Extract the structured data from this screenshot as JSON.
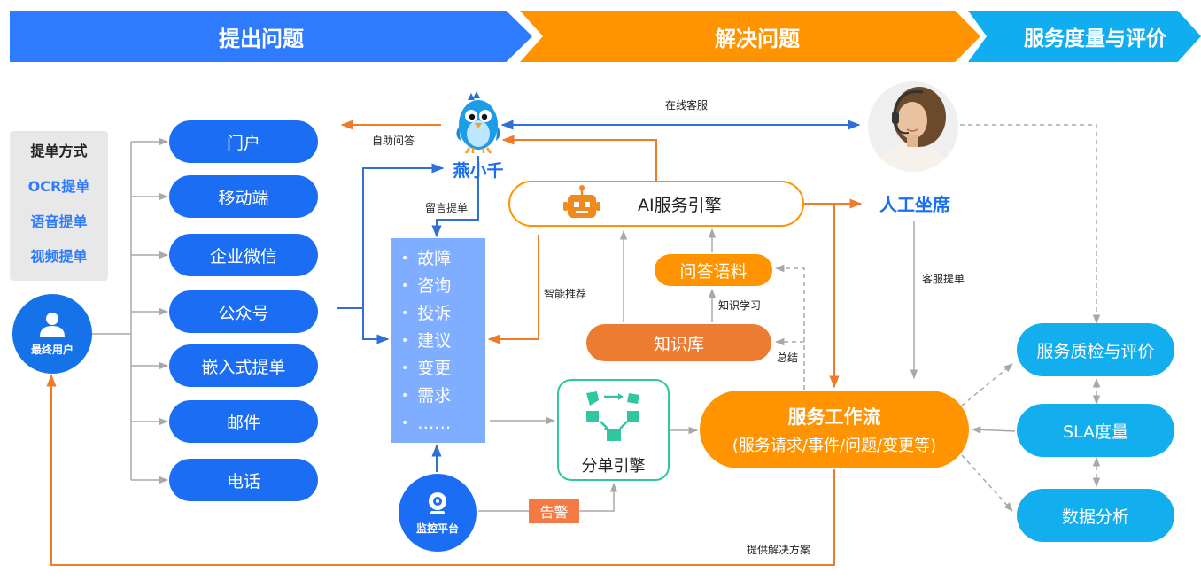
{
  "phases": [
    "提出问题",
    "解决问题",
    "服务度量与评价"
  ],
  "submit_methods": {
    "title": "提单方式",
    "items": [
      "OCR提单",
      "语音提单",
      "视频提单"
    ]
  },
  "end_user": "最终用户",
  "channels": [
    "门户",
    "移动端",
    "企业微信",
    "公众号",
    "嵌入式提单",
    "邮件",
    "电话"
  ],
  "bot_name": "燕小千",
  "agent_title": "人工坐席",
  "ticket_types": [
    "故障",
    "咨询",
    "投诉",
    "建议",
    "变更",
    "需求",
    "……"
  ],
  "ai_engine": "AI服务引擎",
  "qa_corpus": "问答语料",
  "knowledge_base": "知识库",
  "dispatch_engine": "分单引擎",
  "monitor_platform": "监控平台",
  "alert": "告警",
  "workflow": {
    "title": "服务工作流",
    "subtitle": "(服务请求/事件/问题/变更等)"
  },
  "service_metrics": [
    "服务质检与评价",
    "SLA度量",
    "数据分析"
  ],
  "edge_labels": {
    "online_service": "在线客服",
    "self_qa": "自助问答",
    "leave_message": "留言提单",
    "smart_recommend": "智能推荐",
    "knowledge_learning": "知识学习",
    "summary": "总结",
    "agent_ticket": "客服提单",
    "provide_solution": "提供解决方案"
  },
  "colors": {
    "blue": "#2f7bff",
    "orange": "#ff9300",
    "cyan": "#12aeee",
    "green": "#30c6a0",
    "gray": "#a8a8a8"
  }
}
